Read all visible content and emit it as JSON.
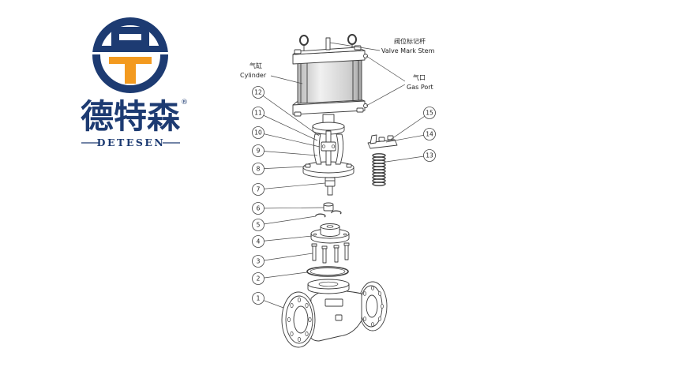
{
  "logo": {
    "name_cn": "德特森",
    "registered_mark": "®",
    "name_en": "DETESEN",
    "colors": {
      "navy": "#1d3b72",
      "orange": "#f39a1f"
    }
  },
  "labels": {
    "valve_mark_stem": {
      "cn": "阀位标记杆",
      "en": "Valve Mark Stem"
    },
    "cylinder": {
      "cn": "气缸",
      "en": "Cylinder"
    },
    "gas_port": {
      "cn": "气口",
      "en": "Gas Port"
    }
  },
  "callouts": [
    "1",
    "2",
    "3",
    "4",
    "5",
    "6",
    "7",
    "8",
    "9",
    "10",
    "11",
    "12",
    "13",
    "14",
    "15"
  ]
}
